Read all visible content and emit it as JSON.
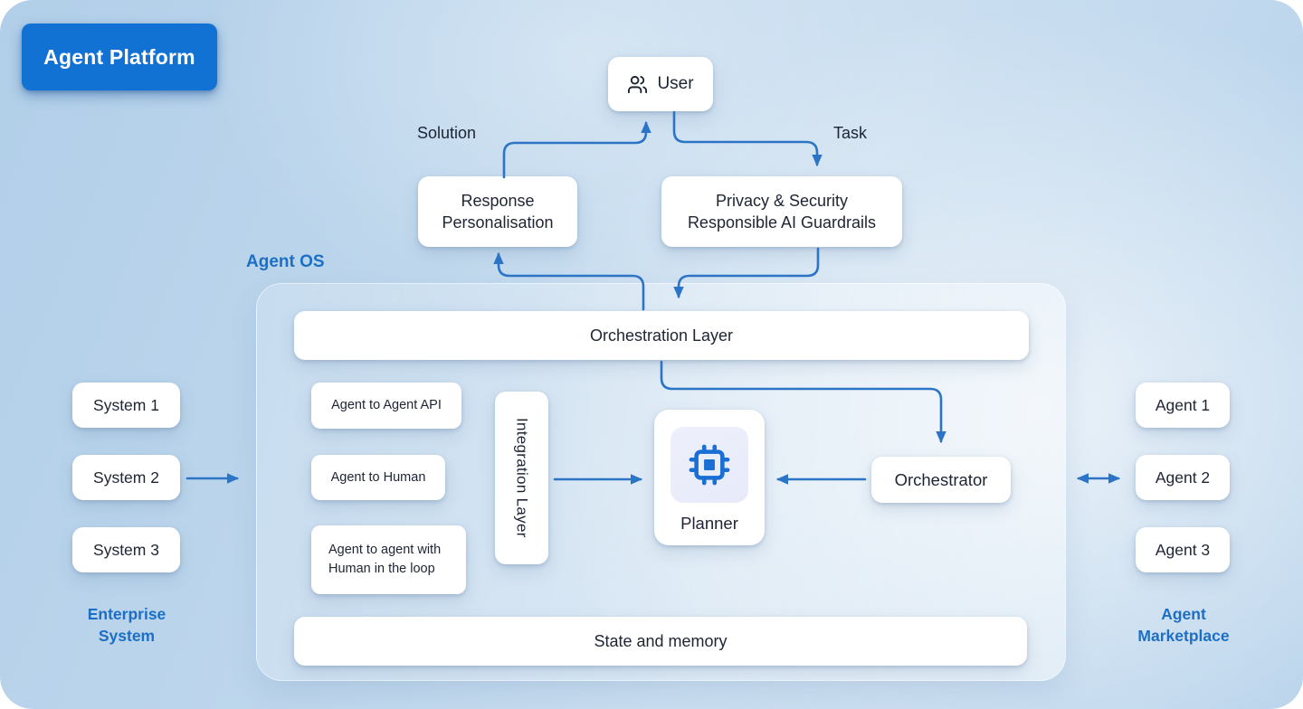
{
  "colors": {
    "arrow": "#2b74c6",
    "badge_bg": "#1272d3",
    "accent_text": "#1d6fc6",
    "node_text": "#1d2433",
    "chip_icon": "#1a6fd4"
  },
  "badge": {
    "label": "Agent Platform"
  },
  "user": {
    "label": "User",
    "icon": "users-icon"
  },
  "labels": {
    "solution": "Solution",
    "task": "Task",
    "agent_os": "Agent OS"
  },
  "nodes": {
    "response_personalisation": "Response\nPersonalisation",
    "privacy_guardrails": "Privacy & Security\nResponsible AI Guardrails",
    "orchestration_layer": "Orchestration Layer",
    "agent_to_agent_api": "Agent to Agent API",
    "agent_to_human": "Agent to Human",
    "agent_to_agent_hitl": "Agent to agent with\nHuman in the loop",
    "integration_layer": "Integration Layer",
    "planner": {
      "label": "Planner",
      "icon": "cpu-icon"
    },
    "orchestrator": "Orchestrator",
    "state_and_memory": "State and memory"
  },
  "enterprise": {
    "title": "Enterprise\nSystem",
    "systems": [
      "System 1",
      "System 2",
      "System 3"
    ]
  },
  "marketplace": {
    "title": "Agent\nMarketplace",
    "agents": [
      "Agent 1",
      "Agent 2",
      "Agent 3"
    ]
  }
}
